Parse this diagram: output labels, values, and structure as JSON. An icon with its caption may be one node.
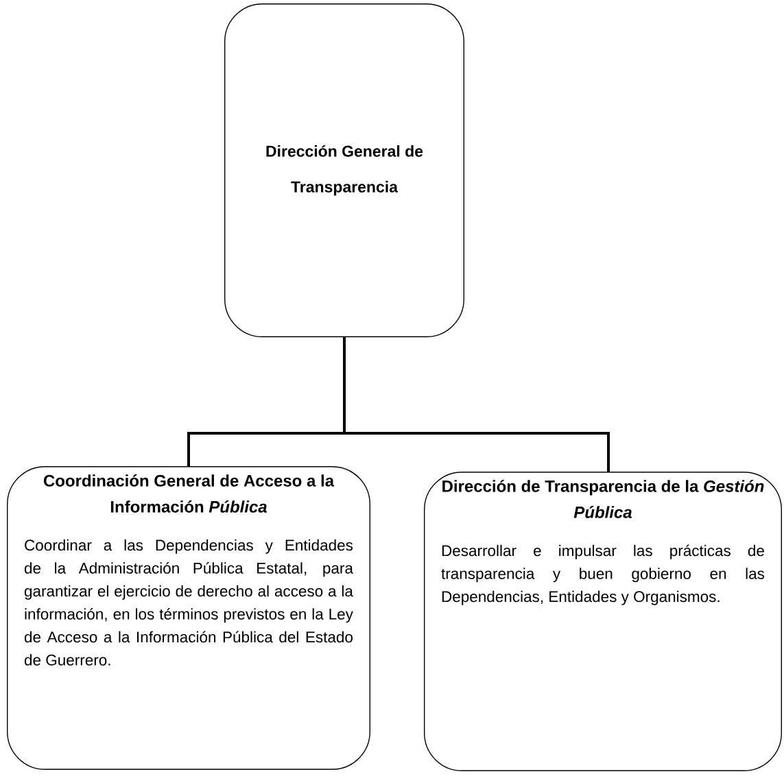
{
  "diagram": {
    "nodes": [
      {
        "text": [
          "Dirección General de Transparencia"
        ]
      },
      {
        "text": [
          "Coordinación General de Acceso a la Información *Pública*",
          "Coordinar a las Dependencias y Entidades de la Administración Pública Estatal, para garantizar el ejercicio de derecho al acceso a la información, en los términos previstos en la Ley de Acceso a la Información Pública del Estado de Guerrero."
        ]
      },
      {
        "text": [
          "Dirección de Transparencia de la *Gestión Pública*",
          "Desarrollar e impulsar las prácticas de transparencia y buen gobierno en las Dependencias, Entidades y Organismos."
        ]
      }
    ],
    "edges": [
      {
        "from": 0,
        "to": 1,
        "arrow": "none"
      },
      {
        "from": 0,
        "to": 2,
        "arrow": "none"
      }
    ]
  }
}
